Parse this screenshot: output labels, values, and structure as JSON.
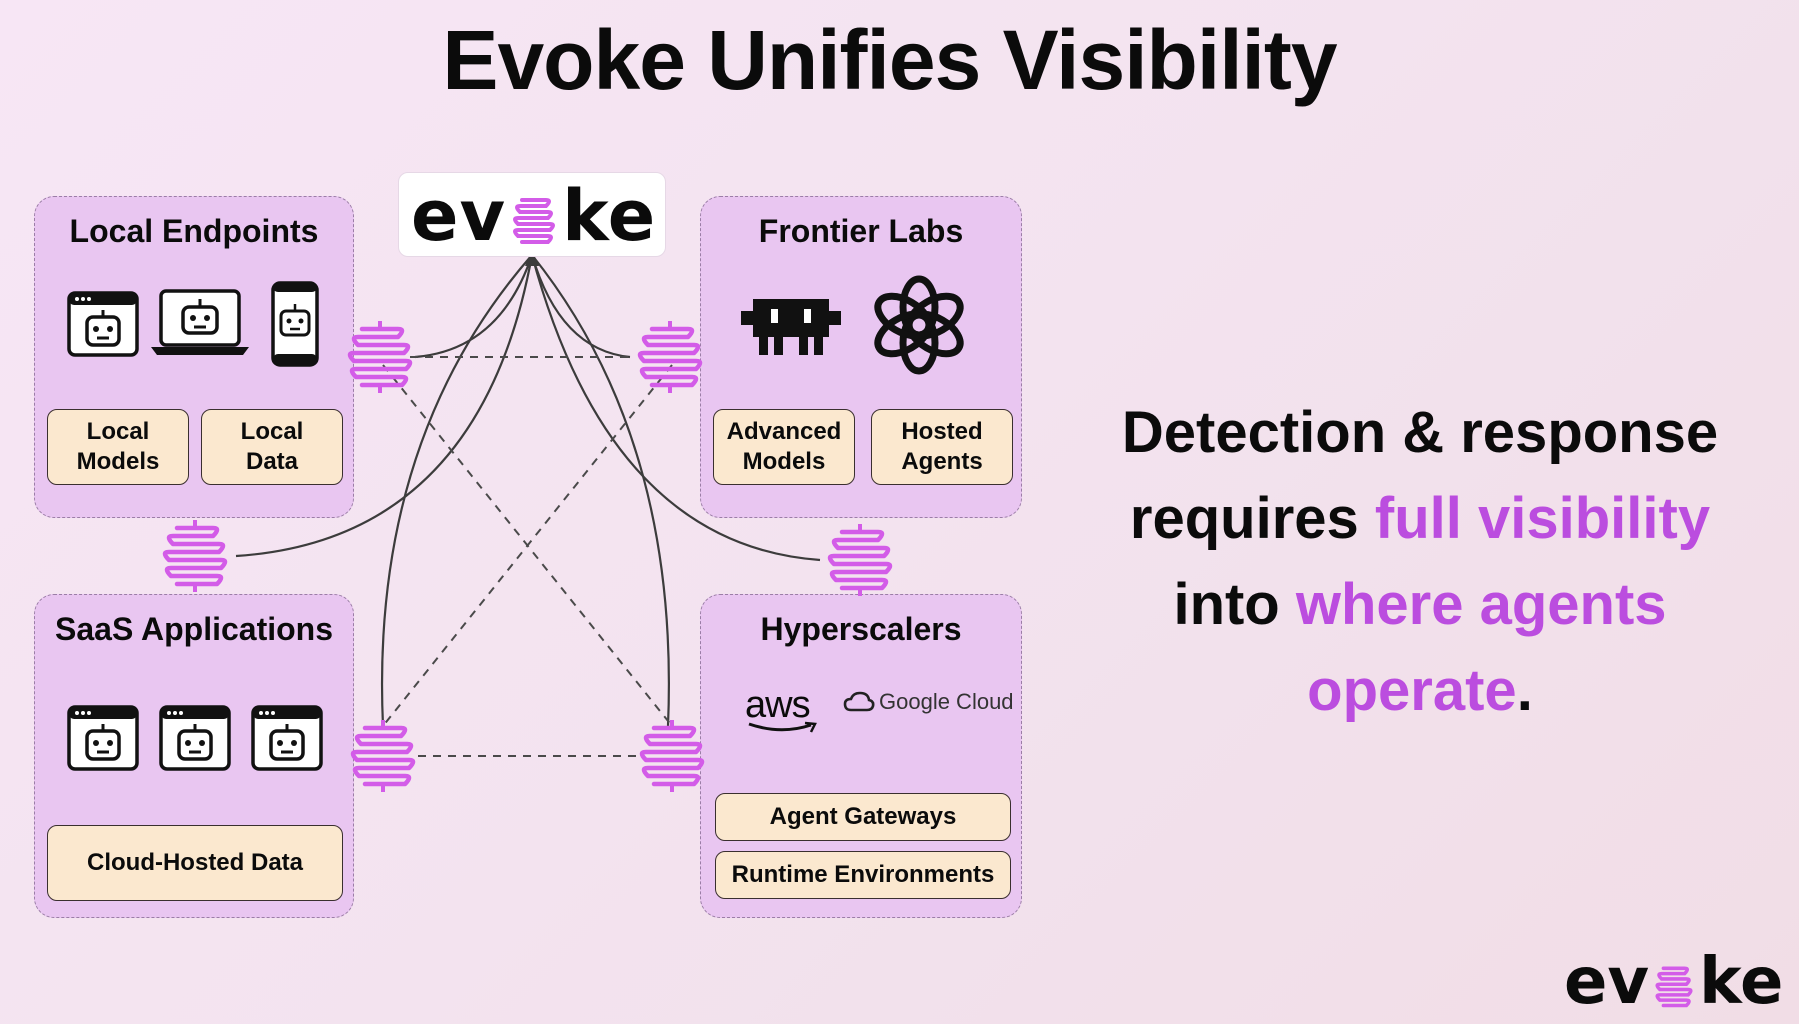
{
  "title": "Evoke Unifies Visibility",
  "brand": {
    "name_left": "ev",
    "name_right": "ke",
    "accent_color": "#d35ce8",
    "dark_color": "#0b0b0b"
  },
  "panels": {
    "local_endpoints": {
      "title": "Local Endpoints",
      "chips": [
        "Local\nModels",
        "Local\nData"
      ]
    },
    "frontier_labs": {
      "title": "Frontier Labs",
      "chips": [
        "Advanced\nModels",
        "Hosted\nAgents"
      ]
    },
    "saas": {
      "title": "SaaS Applications",
      "chips": [
        "Cloud-Hosted Data"
      ]
    },
    "hyperscalers": {
      "title": "Hyperscalers",
      "logos": {
        "aws": "aws",
        "google": "Google Cloud"
      },
      "chips": [
        "Agent Gateways",
        "Runtime Environments"
      ]
    }
  },
  "statement": {
    "line1": "Detection & response",
    "line2_plain": "requires ",
    "line2_accent": "full visibility",
    "line3_plain": "into ",
    "line3_accent": "where agents",
    "line4_accent": "operate",
    "line4_plain": "."
  },
  "colors": {
    "panel": "#e9c6f1",
    "chip": "#fbe8cf",
    "accent": "#bb4ddf",
    "background": "#f5e4f1"
  }
}
